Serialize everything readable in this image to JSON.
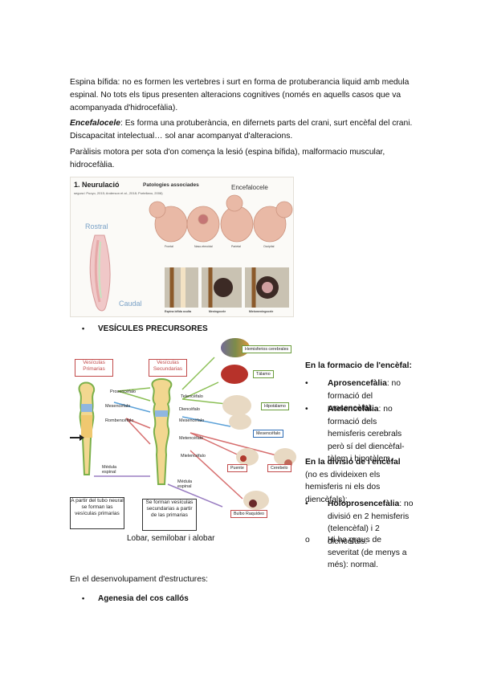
{
  "paragraphs": {
    "p1": "Espina bífida: no es formen les vertebres i surt en forma de protuberancia liquid amb medula espinal. No tots els tipus presenten alteracions cognitives (només en aquells casos que va acompanyada d'hidrocefàlia).",
    "p2_term": "Encefalocele",
    "p2_rest": ": Es forma una protuberància, en difernets parts del crani, surt encèfal del crani. Discapacitat intelectual… sol anar acompanyat d'alteracions.",
    "p3": "Paràlisis motora per sota d'on comença la lesió (espina bífida), malformacio muscular, hidrocefàlia."
  },
  "figure1": {
    "title": "1. Neurulació",
    "subtitle": "Patologies associades",
    "citation": "segura i Puoyo, 2015; Anderson et al., 2018; Portellano, 2008)",
    "encefalocele_label": "Encefalocele",
    "rostral": "Rostral",
    "caudal": "Caudal",
    "head_labels": [
      "Frontal",
      "Naso-etmoidal",
      "Parietal",
      "Occipital"
    ],
    "spine_labels": [
      "Espina bífida oculta",
      "Meningocele",
      "Mielomeningocele"
    ]
  },
  "bullet1": "VESÍCULES PRECURSORES",
  "figure2": {
    "primarias": "Vesículas Primarias",
    "secundarias": "Vesículas Secundarias",
    "prosencefalo": "Prosencéfalo",
    "mesencefalo": "Mesencéfalo",
    "rombencefalo": "Rombencéfalo",
    "telencefalo": "Telencéfalo",
    "diencefalo": "Diencéfalo",
    "mesencefalo2": "Mesencéfalo",
    "metencefalo": "Metencéfalo",
    "mielencefalo": "Mielencéfalo",
    "medula1": "Médula espinal",
    "medula2": "Médula espinal",
    "hemisferios": "Hemisferios cerebrales",
    "talamo": "Tálamo",
    "hipotalamo": "Hipotálamo",
    "mesencefalo3": "Mesencéfalo",
    "puente": "Puente",
    "cerebelo": "Cerebelo",
    "bulbo": "Bulbo Raquídeo",
    "note1": "A partir del tubo neural se forman las vesículas primarias",
    "note2": "Se forman vesículas secundarias a partir de las primarias"
  },
  "caption": "Lobar, semilobar i alobar",
  "side": {
    "h1": "En la formacio de l'encèfal:",
    "a_term": "Aprosencefàlia",
    "a_rest": ": no formació del prosencèfal.",
    "b_term": "Atelencefàlia",
    "b_rest": ": no formació dels hemisferis cerebrals però sí del diencèfal-tàlem i hipotàlem.",
    "h2_bold": "En la divisió de l'encèfal",
    "h2_rest": " (no es divideixen els hemisferis ni els dos diencèfals):",
    "c_term": "Holoprosencefàlia",
    "c_rest": ": no divisió en 2 hemisferis (telencèfal) i 2 diencèfals.",
    "o_text": "Hi ha graus de severitat (de menys a més): normal."
  },
  "dev_heading": "En el desenvolupament d'estructures:",
  "bullet2": "Agenesia del cos callós",
  "bullet_char": "•",
  "circle_char": "o"
}
